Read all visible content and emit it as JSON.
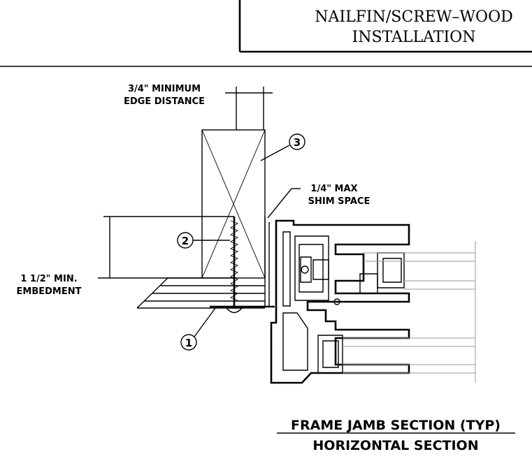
{
  "title_block": {
    "line1": "NAILFIN/SCREW–WOOD",
    "line2": "INSTALLATION"
  },
  "callouts": {
    "edge_distance_line1": "3/4\" MINIMUM",
    "edge_distance_line2": "EDGE DISTANCE",
    "shim_line1": "1/4\" MAX",
    "shim_line2": "SHIM SPACE",
    "embedment_line1": "1 1/2\" MIN.",
    "embedment_line2": "EMBEDMENT"
  },
  "keynotes": [
    "1",
    "2",
    "3"
  ],
  "caption": {
    "title": "FRAME JAMB SECTION (TYP)",
    "subtitle": "HORIZONTAL SECTION"
  }
}
